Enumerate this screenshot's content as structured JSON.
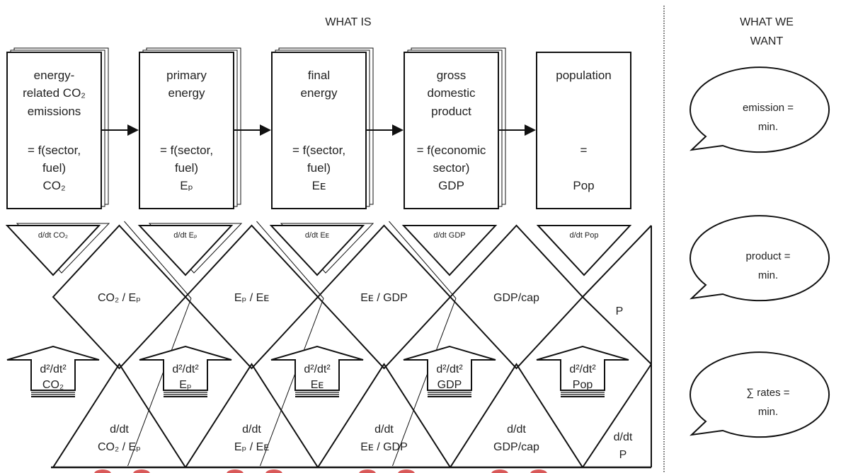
{
  "headings": {
    "what_is": "WHAT IS",
    "what_we_want_line1": "WHAT WE",
    "what_we_want_line2": "WANT"
  },
  "boxes": [
    {
      "id": "co2",
      "lines": [
        "energy-",
        "related CO₂",
        "emissions",
        "",
        "= f(sector,",
        "fuel)",
        "CO₂"
      ],
      "stacked": true
    },
    {
      "id": "ep",
      "lines": [
        "primary",
        "energy",
        "",
        "",
        "= f(sector,",
        "fuel)",
        "Eₚ"
      ],
      "stacked": true
    },
    {
      "id": "ee",
      "lines": [
        "final",
        "energy",
        "",
        "",
        "= f(sector,",
        "fuel)",
        "Eᴇ"
      ],
      "stacked": true
    },
    {
      "id": "gdp",
      "lines": [
        "gross",
        "domestic",
        "product",
        "",
        "= f(economic",
        "sector)",
        "GDP"
      ],
      "stacked": true
    },
    {
      "id": "pop",
      "lines": [
        "population",
        "",
        "",
        "",
        "=",
        "",
        "Pop"
      ],
      "stacked": false
    }
  ],
  "rate_triangles": [
    "d/dt CO₂",
    "d/dt Eₚ",
    "d/dt Eᴇ",
    "d/dt GDP",
    "d/dt Pop"
  ],
  "ratio_diamonds": [
    "CO₂ / Eₚ",
    "Eₚ / Eᴇ",
    "Eᴇ / GDP",
    "GDP/cap",
    "P"
  ],
  "accel_arrows": [
    {
      "top": "d²/dt²",
      "bottom": "CO₂"
    },
    {
      "top": "d²/dt²",
      "bottom": "Eₚ"
    },
    {
      "top": "d²/dt²",
      "bottom": "Eᴇ"
    },
    {
      "top": "d²/dt²",
      "bottom": "GDP"
    },
    {
      "top": "d²/dt²",
      "bottom": "Pop"
    }
  ],
  "ratio_rate_triangles": [
    {
      "top": "d/dt",
      "bottom": "CO₂ / Eₚ"
    },
    {
      "top": "d/dt",
      "bottom": "Eₚ / Eᴇ"
    },
    {
      "top": "d/dt",
      "bottom": "Eᴇ / GDP"
    },
    {
      "top": "d/dt",
      "bottom": "GDP/cap"
    },
    {
      "top": "d/dt",
      "bottom": "P"
    }
  ],
  "bubbles": [
    {
      "line1": "emission =",
      "line2": "min."
    },
    {
      "line1": "product =",
      "line2": "min."
    },
    {
      "line1": "∑ rates =",
      "line2": "min."
    }
  ],
  "colors": {
    "stroke": "#111111",
    "accent_marks": "#cc2222"
  }
}
